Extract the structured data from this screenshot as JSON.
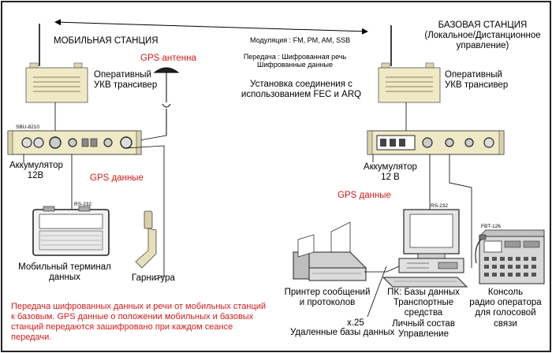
{
  "mobile": {
    "title": "МОБИЛЬНАЯ СТАНЦИЯ",
    "radio": "Оперативный\nУКВ трансивер",
    "gps_antenna": "GPS антенна",
    "unit_model": "SBU-8210",
    "battery": "Аккумулятор\n12В",
    "gps_data": "GPS данные",
    "port": "RS-232",
    "terminal": "Мобильный терминал\nданных",
    "headset": "Гарнитура"
  },
  "link": {
    "modulation": "Модуляция : FM, PM, AM, SSB",
    "transmission": "Передача : Шифрованная речь\nШифрованные данные",
    "connection": "Установка соединения с\nиспользованием FEC и ARQ"
  },
  "base": {
    "title": "БАЗОВАЯ СТАНЦИЯ\n(Локальное/Дистанционное\nуправление)",
    "radio": "Оперативный\nУКВ трансивер",
    "battery": "Аккумулятор\n12 В",
    "gps_data": "GPS данные",
    "port": "RS-232",
    "console_model": "FBT-126",
    "printer": "Принтер сообщений\nи протоколов",
    "x25": "x.25",
    "remote_db": "Удаленные базы данных",
    "pc": "ПК: Базы данных\nТранспортные\nсредства\nЛичный состав\nУправление",
    "console": "Консоль\nрадио оператора\nдля голосовой\nсвязи"
  },
  "note": "Передача шифрованных данных и речи от мобильных станций к базовым.  GPS данные о положении мобильных и базовых станций передаются зашифровано при каждом сеансе передачи."
}
